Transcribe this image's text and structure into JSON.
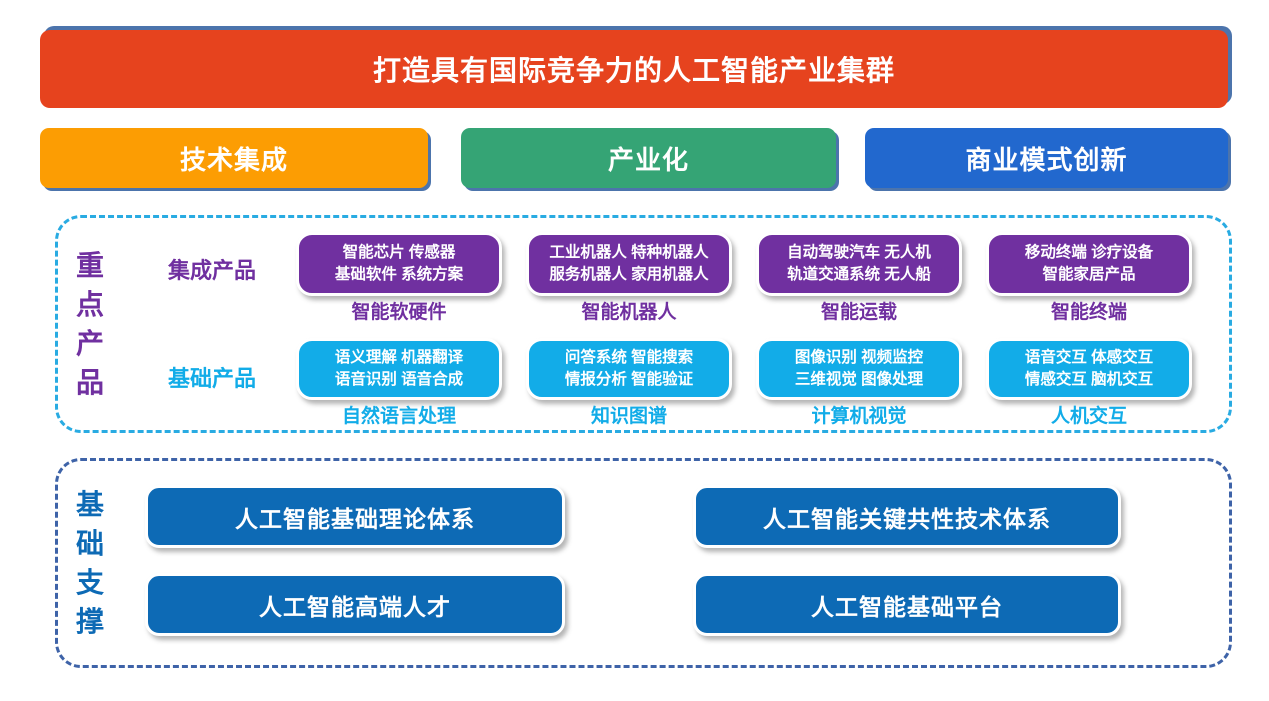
{
  "banner": {
    "title": "打造具有国际竞争力的人工智能产业集群"
  },
  "phases": [
    {
      "label": "技术集成"
    },
    {
      "label": "产业化"
    },
    {
      "label": "商业模式创新"
    }
  ],
  "key_products": {
    "section_label": "重点产品",
    "row_labels": {
      "integrated": "集成产品",
      "basic": "基础产品"
    },
    "columns": [
      {
        "integrated": {
          "line1": "智能芯片 传感器",
          "line2": "基础软件 系统方案",
          "caption": "智能软硬件"
        },
        "basic": {
          "line1": "语义理解 机器翻译",
          "line2": "语音识别 语音合成",
          "caption": "自然语言处理"
        }
      },
      {
        "integrated": {
          "line1": "工业机器人 特种机器人",
          "line2": "服务机器人 家用机器人",
          "caption": "智能机器人"
        },
        "basic": {
          "line1": "问答系统 智能搜索",
          "line2": "情报分析 智能验证",
          "caption": "知识图谱"
        }
      },
      {
        "integrated": {
          "line1": "自动驾驶汽车 无人机",
          "line2": "轨道交通系统 无人船",
          "caption": "智能运载"
        },
        "basic": {
          "line1": "图像识别 视频监控",
          "line2": "三维视觉 图像处理",
          "caption": "计算机视觉"
        }
      },
      {
        "integrated": {
          "line1": "移动终端 诊疗设备",
          "line2": "智能家居产品",
          "caption": "智能终端"
        },
        "basic": {
          "line1": "语音交互 体感交互",
          "line2": "情感交互 脑机交互",
          "caption": "人机交互"
        }
      }
    ]
  },
  "foundation": {
    "section_label": "基础支撑",
    "items": [
      "人工智能基础理论体系",
      "人工智能关键共性技术体系",
      "人工智能高端人才",
      "人工智能基础平台"
    ]
  },
  "colors": {
    "banner_red": "#E6431E",
    "shadow_navy": "#4C74AC",
    "phase_orange": "#FC9D03",
    "phase_green": "#35A475",
    "phase_blue": "#2268CE",
    "integrated_purple": "#7030A0",
    "basic_cyan": "#12ACE8",
    "foundation_blue": "#0D6AB5",
    "key_products_dashed_border": "#29ABE2",
    "foundation_dashed_border": "#3E63A8",
    "text_on_fills": "#FFFFFF"
  }
}
